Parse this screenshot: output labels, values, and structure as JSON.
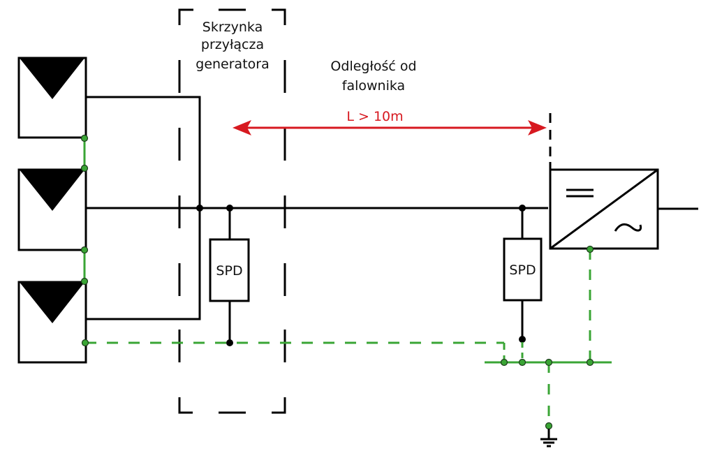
{
  "labels": {
    "junction_box": [
      "Skrzynka",
      "przyłącza",
      "generatora"
    ],
    "distance": [
      "Odległość od",
      "falownika"
    ],
    "length": "L > 10m",
    "spd_left": "SPD",
    "spd_right": "SPD",
    "inverter_dc_symbol": "=",
    "inverter_ac_symbol": "~"
  },
  "components": {
    "pv_modules": 3,
    "spd_count": 2,
    "inverter": "DC/AC",
    "earth": "ground"
  },
  "colors": {
    "line": "#000000",
    "ground_wire": "#3aa535",
    "arrow": "#d71920"
  }
}
